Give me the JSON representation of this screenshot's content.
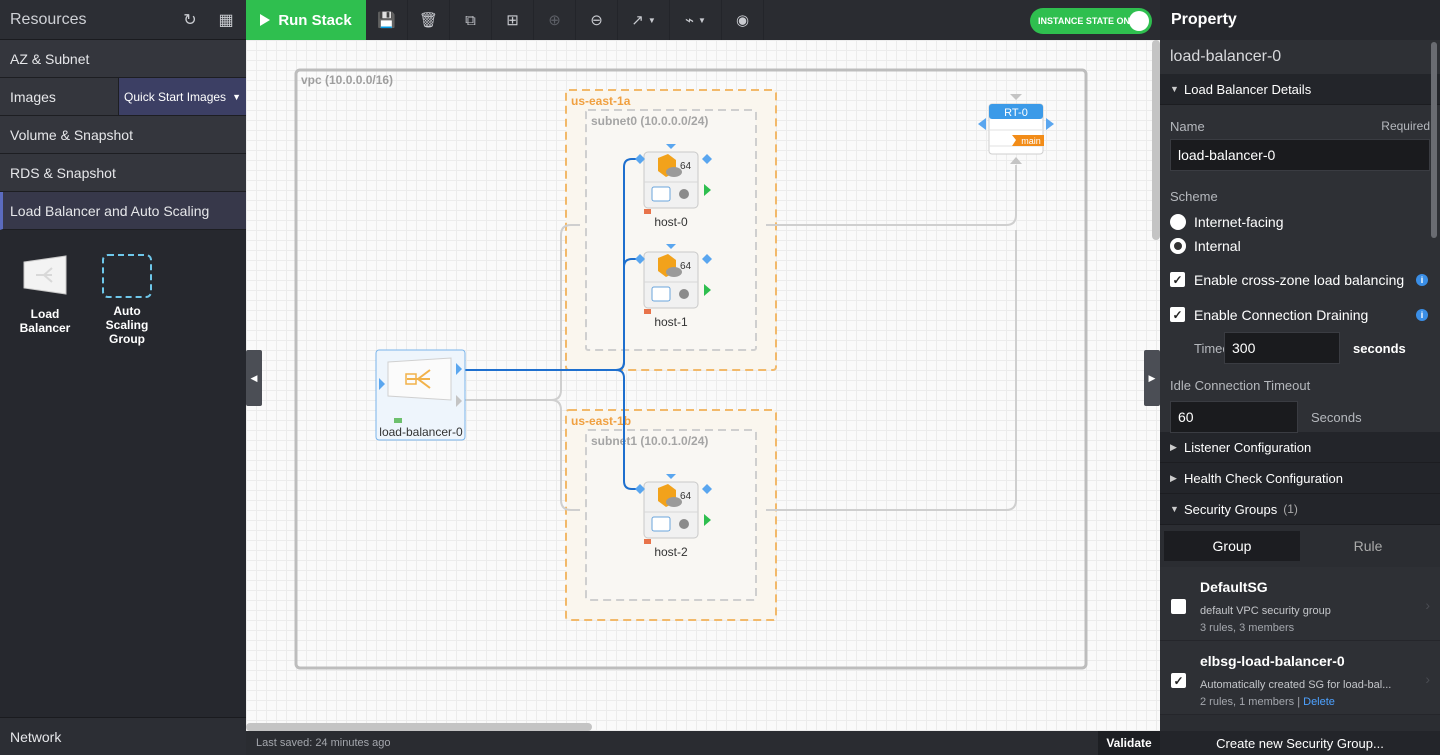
{
  "left": {
    "title": "Resources",
    "items": [
      {
        "label": "AZ & Subnet"
      },
      {
        "label": "Images",
        "button": "Quick Start Images"
      },
      {
        "label": "Volume & Snapshot"
      },
      {
        "label": "RDS & Snapshot"
      },
      {
        "label": "Load Balancer and Auto Scaling",
        "active": true
      }
    ],
    "palette": [
      {
        "label": "Load Balancer",
        "icon": "load-balancer-icon"
      },
      {
        "label": "Auto Scaling Group",
        "icon": "auto-scaling-group-icon"
      }
    ],
    "footer": "Network"
  },
  "toolbar": {
    "run_label": "Run Stack",
    "instance_state": "INSTANCE STATE ON",
    "icons": [
      "save-icon",
      "delete-icon",
      "duplicate-icon",
      "add-icon",
      "zoom-in-icon",
      "zoom-out-icon",
      "export-icon",
      "connect-icon",
      "visibility-icon"
    ]
  },
  "canvas": {
    "vpc": "vpc (10.0.0.0/16)",
    "az1": "us-east-1a",
    "subnet0": "subnet0 (10.0.0.0/24)",
    "az2": "us-east-1b",
    "subnet1": "subnet1 (10.0.1.0/24)",
    "hosts": [
      {
        "name": "host-0",
        "count": "64"
      },
      {
        "name": "host-1",
        "count": "64"
      },
      {
        "name": "host-2",
        "count": "64"
      }
    ],
    "lb": "load-balancer-0",
    "rt": "RT-0",
    "rt_tag": "main"
  },
  "status": {
    "saved": "Last saved: 24 minutes ago",
    "validate": "Validate"
  },
  "property": {
    "header": "Property",
    "title": "load-balancer-0",
    "section_details": "Load Balancer Details",
    "name_label": "Name",
    "required": "Required",
    "name_value": "load-balancer-0",
    "scheme_label": "Scheme",
    "scheme_internet": "Internet-facing",
    "scheme_internal": "Internal",
    "scheme_selected": "Internal",
    "cross_zone": "Enable cross-zone load balancing",
    "draining": "Enable Connection Draining",
    "timeout_label": "Timeout",
    "timeout_value": "300",
    "seconds_label": "seconds",
    "idle_label": "Idle Connection Timeout",
    "idle_value": "60",
    "idle_seconds": "Seconds",
    "listener": "Listener Configuration",
    "health": "Health Check Configuration",
    "sg_section": "Security Groups",
    "sg_count": "(1)",
    "tab_group": "Group",
    "tab_rule": "Rule",
    "sgs": [
      {
        "name": "DefaultSG",
        "desc": "default VPC security group",
        "meta": "3 rules, 3 members",
        "checked": false
      },
      {
        "name": "elbsg-load-balancer-0",
        "desc": "Automatically created SG for load-bal...",
        "meta": "2 rules, 1 members |",
        "delete": "Delete",
        "checked": true
      }
    ],
    "create": "Create new Security Group..."
  },
  "colors": {
    "accent": "#2fbf4f",
    "subnet_border": "#f2b96a",
    "conn": "#1e6fce"
  }
}
